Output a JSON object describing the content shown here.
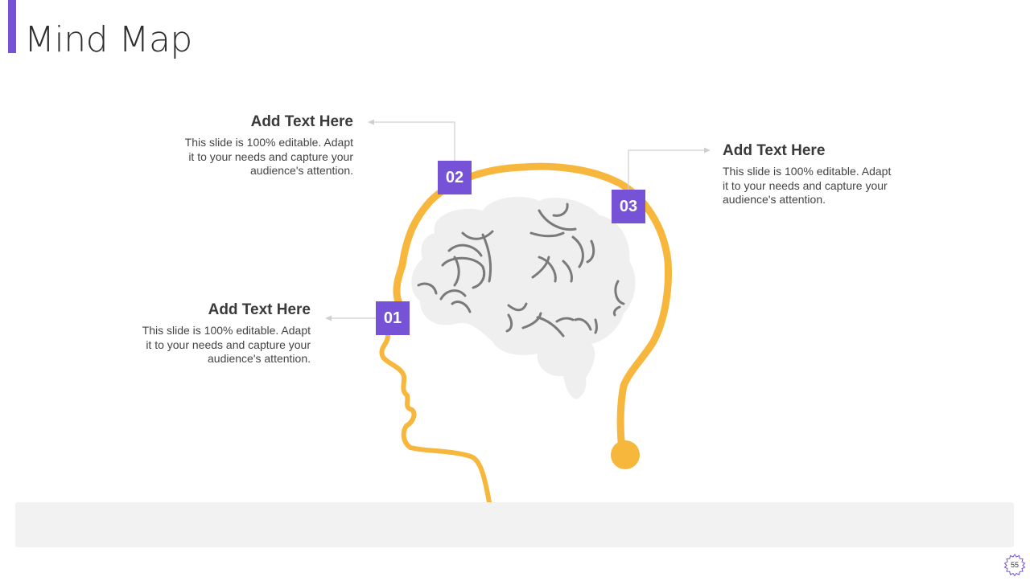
{
  "slide": {
    "title": "Mind Map",
    "page_number": "55"
  },
  "colors": {
    "accent": "#7652d6",
    "head_outline": "#f6b73c",
    "brain_fill": "#efefef",
    "brain_lines": "#7a7a7a",
    "connector": "#cfcfcf"
  },
  "callouts": [
    {
      "number": "01",
      "heading": "Add Text Here",
      "body": "This slide is 100% editable. Adapt it to your needs and capture your audience's attention."
    },
    {
      "number": "02",
      "heading": "Add Text Here",
      "body": "This slide is 100% editable. Adapt it to your needs and capture your audience's attention."
    },
    {
      "number": "03",
      "heading": "Add Text Here",
      "body": "This slide is 100% editable. Adapt it to your needs and capture your audience's attention."
    }
  ]
}
